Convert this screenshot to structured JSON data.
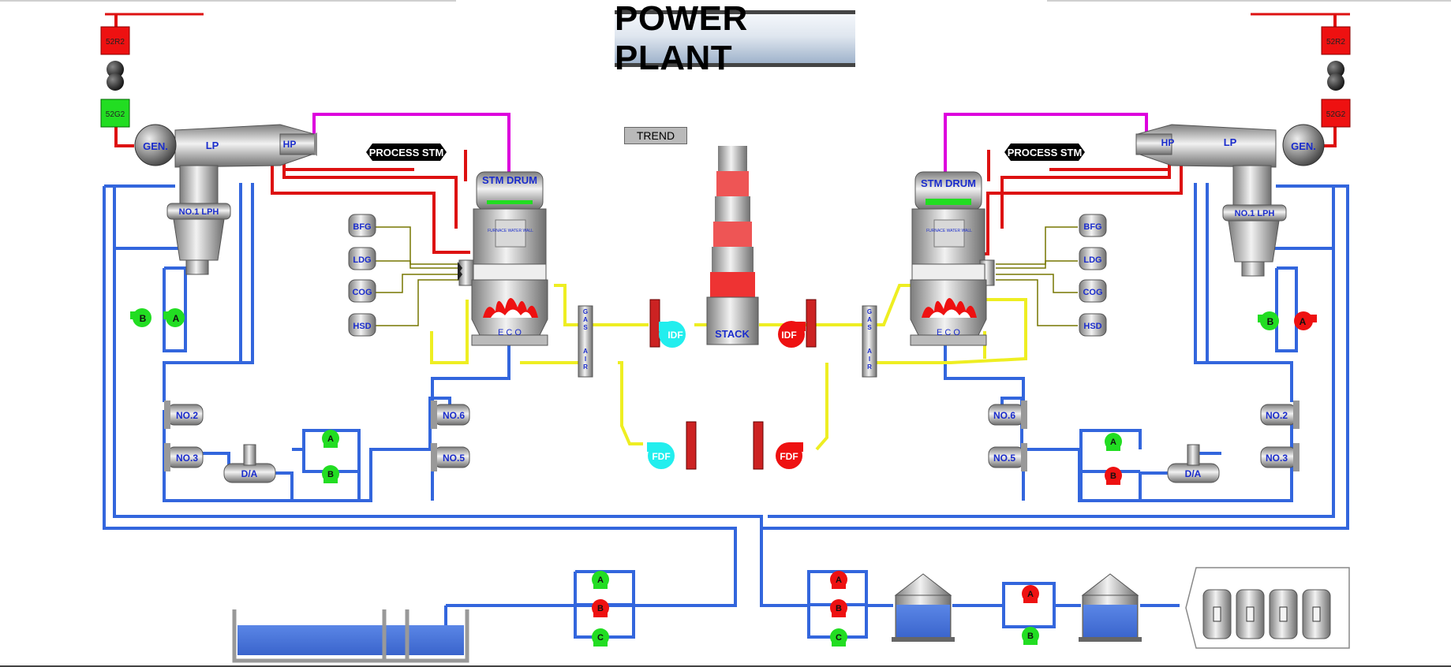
{
  "header": {
    "title": "POWER PLANT"
  },
  "controls": {
    "trend_label": "TREND"
  },
  "breakers": {
    "top": "52R2",
    "generator": "52G2"
  },
  "turbine": {
    "generator": "GEN.",
    "lp": "LP",
    "hp": "HP",
    "lph": "NO.1 LPH"
  },
  "process_steam": "PROCESS STM",
  "boiler": {
    "drum": "STM DRUM",
    "eco": "E C O",
    "wall": "FURNACE WATER WALL"
  },
  "fuels": [
    "BFG",
    "LDG",
    "COG",
    "HSD"
  ],
  "gas_air": "GAS AIR",
  "fans": {
    "idf": "IDF",
    "fdf": "FDF"
  },
  "stack": "STACK",
  "heaters": {
    "no2": "NO.2",
    "no3": "NO.3",
    "no5": "NO.5",
    "no6": "NO.6"
  },
  "deaerator": "D/A",
  "pumps": {
    "a": "A",
    "b": "B",
    "c": "C"
  },
  "colors": {
    "running": "#22dd22",
    "stopped": "#ee1111",
    "steam_main": "#dd1111",
    "steam_hp": "#dd00dd",
    "water": "#3366dd",
    "gas": "#eeee22",
    "idf_cyan": "#22eeee",
    "breaker_closed": "#ee1111",
    "breaker_open": "#22dd22"
  }
}
